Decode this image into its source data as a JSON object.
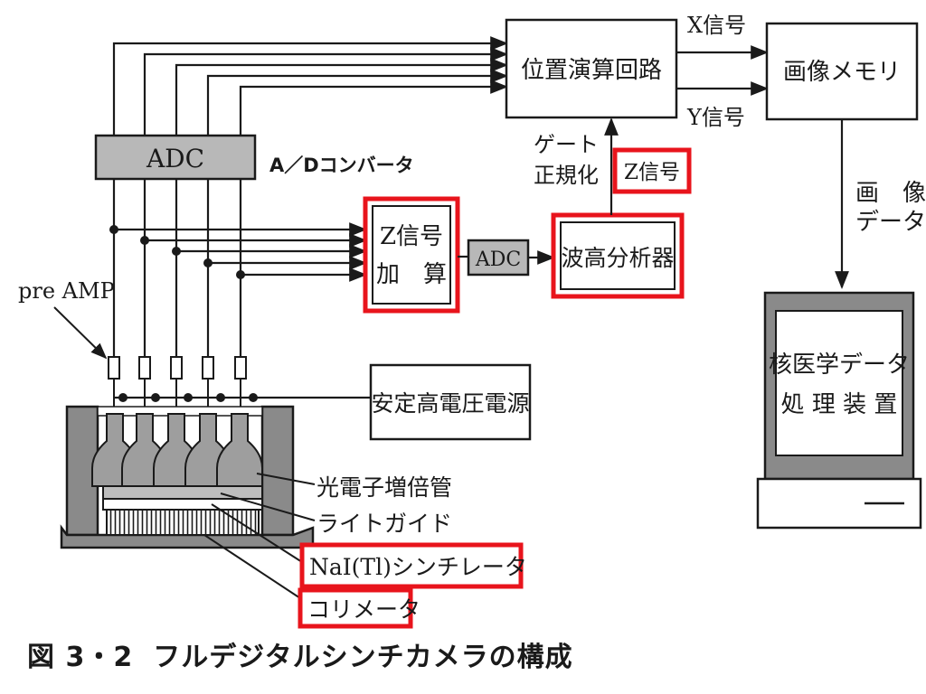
{
  "blocks": {
    "position_calc": "位置演算回路",
    "image_memory": "画像メモリ",
    "adc_main": "ADC",
    "z_sum_line1": "Z信号",
    "z_sum_line2": "加　算",
    "adc_small": "ADC",
    "pha": "波高分析器",
    "hv_supply": "安定高電圧電源",
    "nm_line1": "核医学データ",
    "nm_line2": "処 理 装 置"
  },
  "signals": {
    "x_signal": "X信号",
    "y_signal": "Y信号",
    "z_signal": "Z信号",
    "gate_line1": "ゲート",
    "gate_line2": "正規化",
    "image_data_line1": "画　像",
    "image_data_line2": "データ"
  },
  "labels": {
    "ad_converter": "A／Dコンバータ",
    "pre_amp": "pre AMP",
    "pmt": "光電子増倍管",
    "light_guide": "ライトガイド",
    "scintillator": "NaI(Tl)シンチレータ",
    "collimator": "コリメータ"
  },
  "caption": {
    "number": "図 3・2",
    "title": "フルデジタルシンチカメラの構成"
  },
  "colors": {
    "highlight": "#e8141c",
    "line": "#1a1a1a",
    "box_fill": "#b8b8b8",
    "detector_fill": "#8a8a8a",
    "pmt_fill": "#9e9e9e"
  }
}
